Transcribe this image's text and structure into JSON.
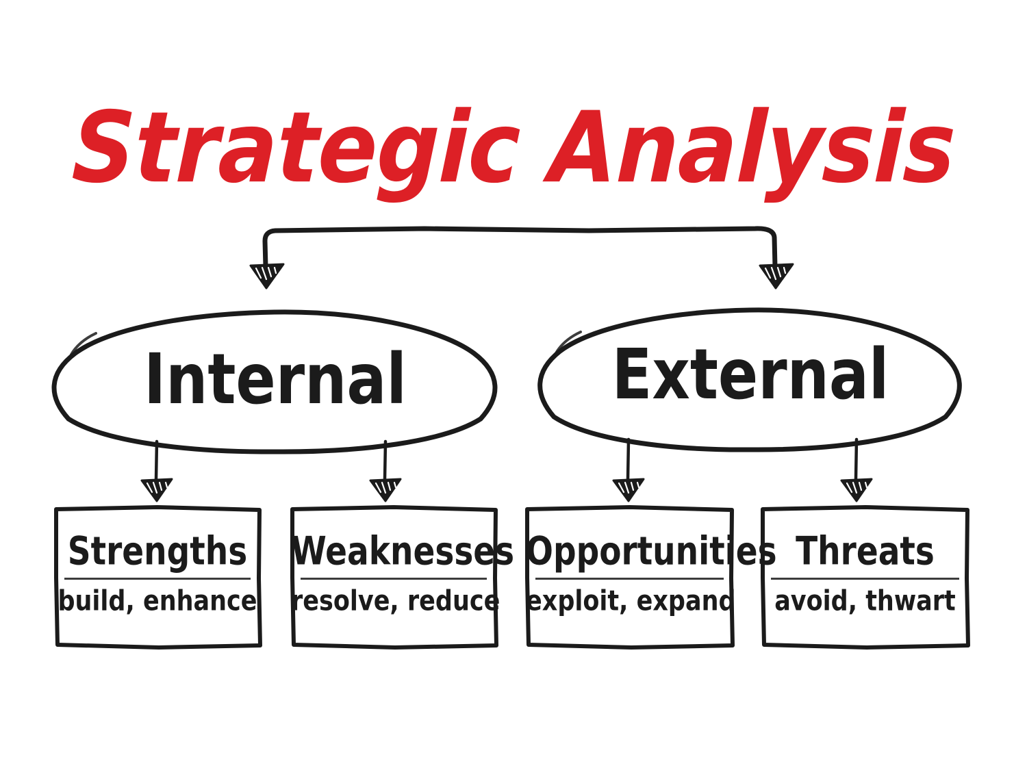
{
  "diagram": {
    "title": "Strategic Analysis",
    "title_color": "#dd2026",
    "ink_color": "#1b1b1b",
    "background_color": "#ffffff",
    "type": "swot-tree",
    "branches": [
      {
        "id": "internal",
        "label": "Internal",
        "shape": "ellipse",
        "children": [
          "strengths",
          "weaknesses"
        ]
      },
      {
        "id": "external",
        "label": "External",
        "shape": "ellipse",
        "children": [
          "opportunities",
          "threats"
        ]
      }
    ],
    "boxes": [
      {
        "id": "strengths",
        "heading": "Strengths",
        "actions": "build, enhance",
        "parent": "internal"
      },
      {
        "id": "weaknesses",
        "heading": "Weaknesses",
        "actions": "resolve, reduce",
        "parent": "internal"
      },
      {
        "id": "opportunities",
        "heading": "Opportunities",
        "actions": "exploit, expand",
        "parent": "external"
      },
      {
        "id": "threats",
        "heading": "Threats",
        "actions": "avoid, thwart",
        "parent": "external"
      }
    ]
  }
}
